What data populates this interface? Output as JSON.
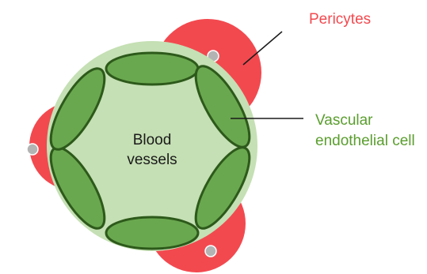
{
  "labels": {
    "pericytes": "Pericytes",
    "endothelial_line1": "Vascular",
    "endothelial_line2": "endothelial cell",
    "center_line1": "Blood",
    "center_line2": "vessels"
  },
  "colors": {
    "pericyte": "#f2494f",
    "pericyte_nucleus": "#b3b3b3",
    "lumen": "#c5e0b4",
    "endothelial_fill": "#6aa84f",
    "endothelial_stroke": "#2d5a1b",
    "pericyte_label": "#f2494f",
    "endothelial_label": "#5a9e2e",
    "text_dark": "#1a1a1a",
    "leader_line": "#1a1a1a"
  }
}
